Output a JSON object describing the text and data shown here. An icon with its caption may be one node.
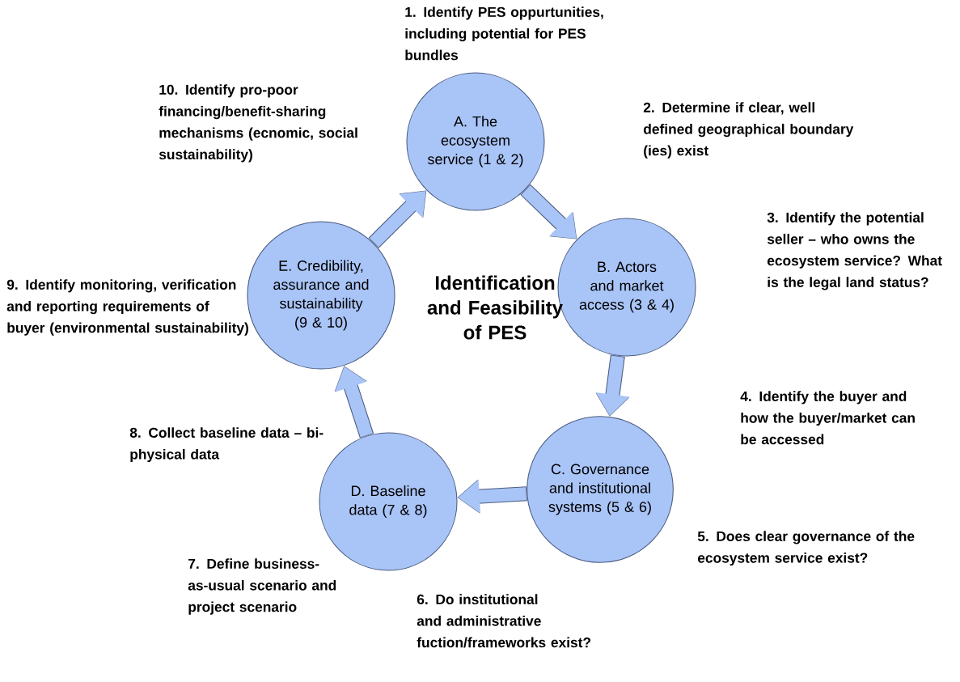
{
  "diagram": {
    "title": "Identification and Feasibility of PES",
    "nodes": [
      {
        "text": [
          "A. The ecosystem service (1 & 2)"
        ]
      },
      {
        "text": [
          "B. Actors and market access (3 & 4)"
        ]
      },
      {
        "text": [
          "C. Governance and institutional systems (5 & 6)"
        ]
      },
      {
        "text": [
          "D. Baseline data (7 & 8)"
        ]
      },
      {
        "text": [
          "E. Credibility, assurance and sustainability (9 & 10)"
        ]
      }
    ],
    "edges": [
      {
        "from": 0,
        "to": 1,
        "arrow": "to"
      },
      {
        "from": 1,
        "to": 2,
        "arrow": "to"
      },
      {
        "from": 2,
        "to": 3,
        "arrow": "to"
      },
      {
        "from": 3,
        "to": 4,
        "arrow": "to"
      },
      {
        "from": 4,
        "to": 0,
        "arrow": "to"
      }
    ],
    "labels": [
      "1. Identify PES oppurtunities, including potential for PES bundles",
      "10. Identify pro-poor financing/benefit-sharing mechanisms (ecnomic, social sustainability)",
      "2. Determine if clear, well defined geographical boundary (ies) exist",
      "3. Identify the potential seller – who owns the ecosystem service? What is the legal land status?",
      "9. Identify monitoring, verification and reporting requirements of buyer (environmental sustainability)",
      "4. Identify the buyer and how the buyer/market can be accessed",
      "8. Collect baseline data – bi-physical data",
      "5. Does clear governance of the ecosystem service exist?",
      "7. Define business-as-usual scenario and project scenario",
      "6. Do institutional and administrative fuction/frameworks exist?"
    ]
  }
}
